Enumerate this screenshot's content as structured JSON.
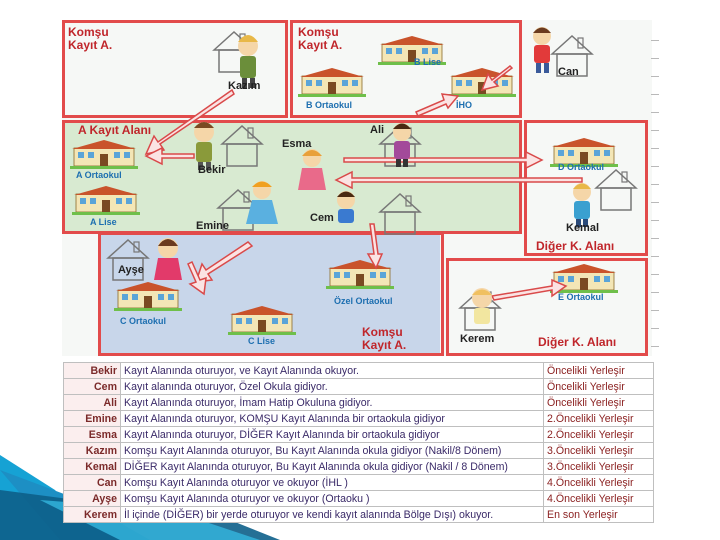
{
  "zones": {
    "komsu_top_left": {
      "line1": "Komşu",
      "line2": "Kayıt A."
    },
    "komsu_top_right": {
      "line1": "Komşu",
      "line2": "Kayıt A."
    },
    "a_kayit": {
      "title": "A Kayıt Alanı"
    },
    "diger_d": {
      "title": "Diğer K. Alanı"
    },
    "komsu_bottom": {
      "line1": "Komşu",
      "line2": "Kayıt A."
    },
    "diger_e": {
      "title": "Diğer K. Alanı"
    }
  },
  "schools": {
    "b_lise": "B Lise",
    "b_ortaokul": "B Ortaokul",
    "iho": "İHO",
    "a_ortaokul": "A Ortaokul",
    "a_lise": "A Lise",
    "d_ortaokul": "D Ortaokul",
    "c_ortaokul": "C  Ortaokul",
    "ozel_ortaokul": "Özel Ortaokul",
    "c_lise": "C Lise",
    "e_ortaokul": "E Ortaokul"
  },
  "people": {
    "kazim": "Kazım",
    "can": "Can",
    "bekir": "Bekir",
    "esma": "Esma",
    "ali": "Ali",
    "emine": "Emine",
    "cem": "Cem",
    "kemal": "Kemal",
    "ayse": "Ayşe",
    "kerem": "Kerem"
  },
  "colors": {
    "zone_border": "#e24b4b",
    "green_panel": "#d8ead1",
    "blue_panel": "#c8d6ea",
    "arrow_fill": "#fbe3e3",
    "arrow_stroke": "#d94a4a"
  },
  "table": {
    "rows": [
      {
        "name": "Bekir",
        "desc": "Kayıt Alanında oturuyor, ve Kayıt Alanında okuyor.",
        "priority": "Öncelikli Yerleşir"
      },
      {
        "name": "Cem",
        "desc": "Kayıt alanında oturuyor,  Özel Okula gidiyor.",
        "priority": "Öncelikli Yerleşir"
      },
      {
        "name": "Ali",
        "desc": "Kayıt Alanında oturuyor, İmam Hatip Okuluna gidiyor.",
        "priority": "Öncelikli Yerleşir"
      },
      {
        "name": "Emine",
        "desc": "Kayıt Alanında oturuyor, KOMŞU Kayıt Alanında bir ortaokula gidiyor",
        "priority": "2.Öncelikli Yerleşir"
      },
      {
        "name": "Esma",
        "desc": "Kayıt Alanında oturuyor, DİĞER Kayıt Alanında bir ortaokula gidiyor",
        "priority": "2.Öncelikli Yerleşir"
      },
      {
        "name": "Kazım",
        "desc": "Komşu Kayıt Alanında oturuyor, Bu Kayıt Alanında okula gidiyor (Nakil/8 Dönem)",
        "priority": "3.Öncelikli Yerleşir"
      },
      {
        "name": "Kemal",
        "desc": "DİĞER Kayıt Alanında oturuyor, Bu Kayıt Alanında okula gidiyor (Nakil / 8 Dönem)",
        "priority": "3.Öncelikli Yerleşir"
      },
      {
        "name": "Can",
        "desc": "Komşu Kayıt Alanında oturuyor ve okuyor (İHL )",
        "priority": "4.Öncelikli Yerleşir"
      },
      {
        "name": "Ayşe",
        "desc": "Komşu Kayıt Alanında oturuyor ve okuyor (Ortaoku )",
        "priority": "4.Öncelikli Yerleşir"
      },
      {
        "name": "Kerem",
        "desc": "İl içinde (DİĞER) bir yerde oturuyor  ve kendi kayıt alanında Bölge Dışı) okuyor.",
        "priority": "En son Yerleşir"
      }
    ]
  }
}
